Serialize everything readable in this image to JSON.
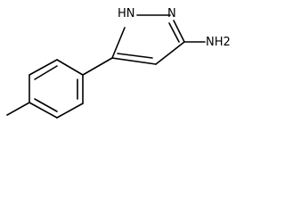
{
  "molecule": {
    "labels": {
      "nh": "HN",
      "n": "N",
      "nh2": "NH2"
    }
  }
}
